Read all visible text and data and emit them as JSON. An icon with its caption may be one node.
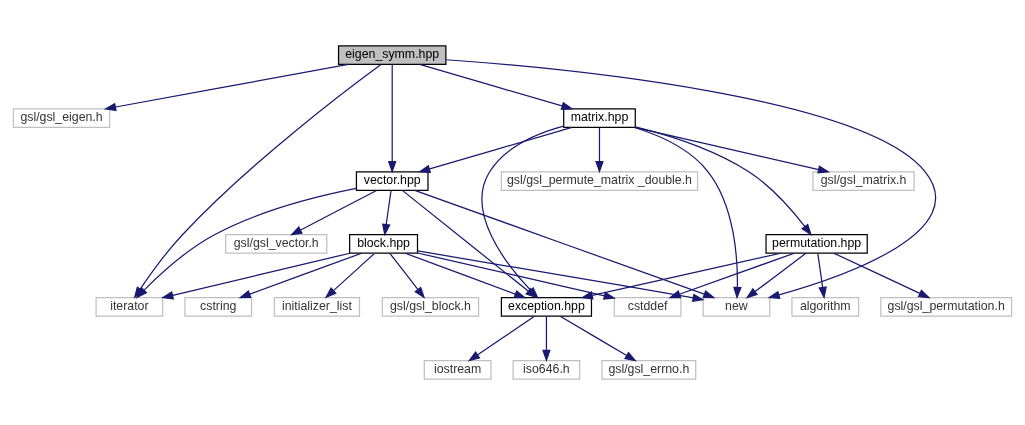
{
  "diagram": {
    "nodes": [
      {
        "text": [
          "eigen_symm.hpp"
        ]
      },
      {
        "text": [
          "gsl/gsl_eigen.h"
        ]
      },
      {
        "text": [
          "matrix.hpp"
        ]
      },
      {
        "text": [
          "vector.hpp"
        ]
      },
      {
        "text": [
          "gsl/gsl_matrix.h"
        ]
      },
      {
        "text": [
          "gsl/gsl_permute_matrix _double.h"
        ]
      },
      {
        "text": [
          "block.hpp"
        ]
      },
      {
        "text": [
          "gsl/gsl_vector.h"
        ]
      },
      {
        "text": [
          "permutation.hpp"
        ]
      },
      {
        "text": [
          "iterator"
        ]
      },
      {
        "text": [
          "cstring"
        ]
      },
      {
        "text": [
          "initializer_list"
        ]
      },
      {
        "text": [
          "gsl/gsl_block.h"
        ]
      },
      {
        "text": [
          "exception.hpp"
        ]
      },
      {
        "text": [
          "cstddef"
        ]
      },
      {
        "text": [
          "new"
        ]
      },
      {
        "text": [
          "algorithm"
        ]
      },
      {
        "text": [
          "gsl/gsl_permutation.h"
        ]
      },
      {
        "text": [
          "iostream"
        ]
      },
      {
        "text": [
          "iso646.h"
        ]
      },
      {
        "text": [
          "gsl/gsl_errno.h"
        ]
      }
    ],
    "edges": [
      {
        "from": 0,
        "to": 1,
        "arrow": "to"
      },
      {
        "from": 0,
        "to": 9,
        "arrow": "to"
      },
      {
        "from": 0,
        "to": 3,
        "arrow": "to"
      },
      {
        "from": 0,
        "to": 2,
        "arrow": "to"
      },
      {
        "from": 0,
        "to": 15,
        "arrow": "to"
      },
      {
        "from": 2,
        "to": 3,
        "arrow": "to"
      },
      {
        "from": 2,
        "to": 4,
        "arrow": "to"
      },
      {
        "from": 2,
        "to": 5,
        "arrow": "to"
      },
      {
        "from": 2,
        "to": 8,
        "arrow": "to"
      },
      {
        "from": 2,
        "to": 13,
        "arrow": "to"
      },
      {
        "from": 2,
        "to": 15,
        "arrow": "to"
      },
      {
        "from": 3,
        "to": 9,
        "arrow": "to"
      },
      {
        "from": 3,
        "to": 6,
        "arrow": "to"
      },
      {
        "from": 3,
        "to": 7,
        "arrow": "to"
      },
      {
        "from": 3,
        "to": 13,
        "arrow": "to"
      },
      {
        "from": 3,
        "to": 15,
        "arrow": "to"
      },
      {
        "from": 6,
        "to": 9,
        "arrow": "to"
      },
      {
        "from": 6,
        "to": 10,
        "arrow": "to"
      },
      {
        "from": 6,
        "to": 11,
        "arrow": "to"
      },
      {
        "from": 6,
        "to": 12,
        "arrow": "to"
      },
      {
        "from": 6,
        "to": 13,
        "arrow": "to"
      },
      {
        "from": 6,
        "to": 14,
        "arrow": "to"
      },
      {
        "from": 6,
        "to": 15,
        "arrow": "to"
      },
      {
        "from": 8,
        "to": 13,
        "arrow": "to"
      },
      {
        "from": 8,
        "to": 14,
        "arrow": "to"
      },
      {
        "from": 8,
        "to": 15,
        "arrow": "to"
      },
      {
        "from": 8,
        "to": 16,
        "arrow": "to"
      },
      {
        "from": 8,
        "to": 17,
        "arrow": "to"
      },
      {
        "from": 13,
        "to": 18,
        "arrow": "to"
      },
      {
        "from": 13,
        "to": 19,
        "arrow": "to"
      },
      {
        "from": 13,
        "to": 20,
        "arrow": "to"
      }
    ]
  }
}
